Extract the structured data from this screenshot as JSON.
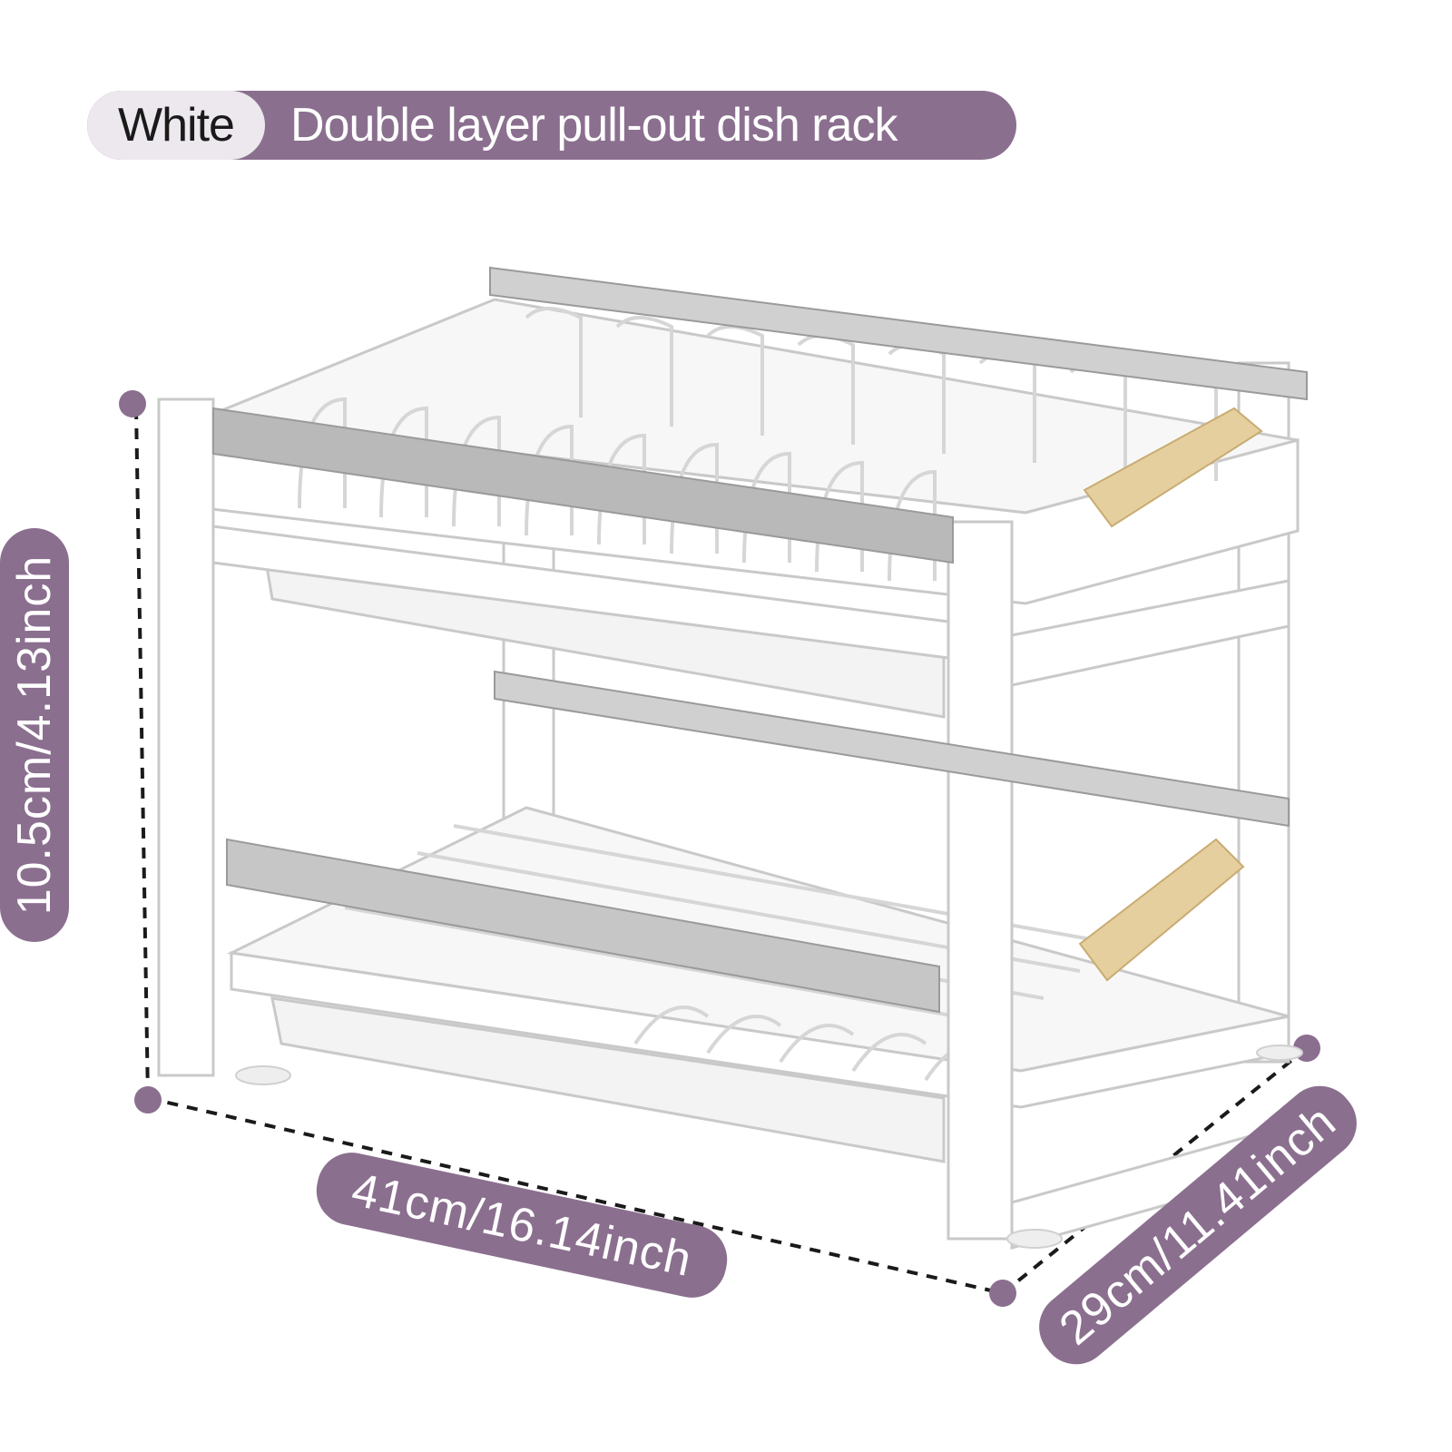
{
  "header": {
    "color_label": "White",
    "title": "Double layer pull-out dish rack"
  },
  "dimensions": {
    "height": "10.5cm/4.13inch",
    "width": "41cm/16.14inch",
    "depth": "29cm/11.41inch"
  },
  "colors": {
    "accent": "#8b6f8f",
    "label_bg": "#ece8ee",
    "handle_wood": "#e6cf9e"
  }
}
